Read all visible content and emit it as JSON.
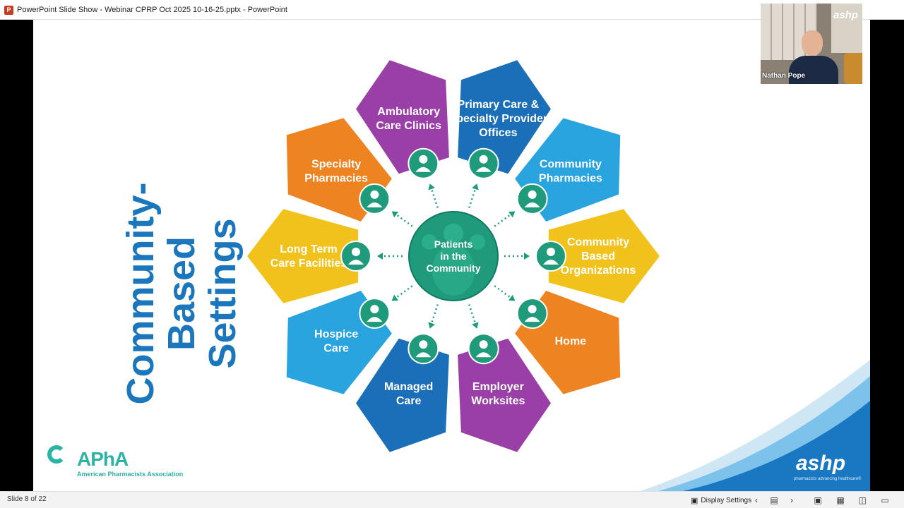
{
  "window": {
    "title": "PowerPoint Slide Show  -  Webinar CPRP Oct 2025 10-16-25.pptx - PowerPoint",
    "app_icon": "P"
  },
  "slide": {
    "title_lines": [
      "Community-",
      "Based",
      "Settings"
    ],
    "title_color": "#1b76bc",
    "center": {
      "lines": [
        "Patients",
        "in the",
        "Community"
      ],
      "color": "#1f9a7a"
    },
    "segments": [
      {
        "lines": [
          "Primary Care &",
          "Specialty Provider",
          "Offices"
        ],
        "color": "#1b6fb8"
      },
      {
        "lines": [
          "Community",
          "Pharmacies"
        ],
        "color": "#2aa4df"
      },
      {
        "lines": [
          "Community",
          "Based",
          "Organizations"
        ],
        "color": "#f1c21b"
      },
      {
        "lines": [
          "Home"
        ],
        "color": "#ee8421"
      },
      {
        "lines": [
          "Employer",
          "Worksites"
        ],
        "color": "#9a3fa8"
      },
      {
        "lines": [
          "Managed",
          "Care"
        ],
        "color": "#1b6fb8"
      },
      {
        "lines": [
          "Hospice",
          "Care"
        ],
        "color": "#2aa4df"
      },
      {
        "lines": [
          "Long Term",
          "Care Facilities"
        ],
        "color": "#f1c21b"
      },
      {
        "lines": [
          "Specialty",
          "Pharmacies"
        ],
        "color": "#ee8421"
      },
      {
        "lines": [
          "Ambulatory",
          "Care Clinics"
        ],
        "color": "#9a3fa8"
      }
    ],
    "apha": {
      "name": "APhA",
      "subtitle": "American Pharmacists Association"
    },
    "ashp": {
      "name": "ashp",
      "tagline": "pharmacists advancing healthcare®"
    }
  },
  "camera": {
    "participant": "Nathan Pope",
    "logo": "ashp"
  },
  "statusbar": {
    "slide_counter": "Slide 8 of 22",
    "display_settings": "Display Settings"
  },
  "icons": [
    "monitor-icon",
    "prev-slide-icon",
    "next-slide-icon",
    "normal-view-icon",
    "slide-sorter-icon",
    "reading-view-icon",
    "slideshow-icon",
    "person-icon",
    "arrow-icon"
  ]
}
